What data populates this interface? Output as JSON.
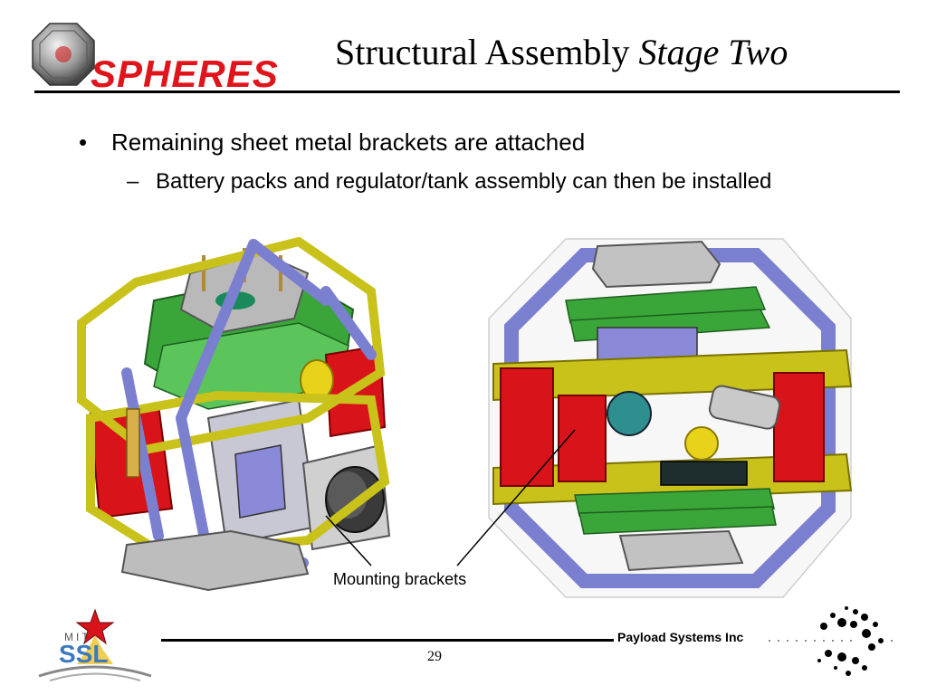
{
  "header": {
    "logo_text": "SPHERES",
    "title_main": "Structural Assembly ",
    "title_italic": "Stage Two"
  },
  "bullets": {
    "level1_marker": "•",
    "level1": "Remaining sheet metal brackets are attached",
    "level2_marker": "–",
    "level2": "Battery packs and regulator/tank assembly can then be installed"
  },
  "callout": "Mounting brackets",
  "footer": {
    "company": "Payload Systems Inc",
    "page_number": "29",
    "ssl_logo_text": "SSL",
    "mit_logo_text": "MIT"
  },
  "colors": {
    "logo_red": "#e0141b",
    "frame_yellow": "#c9c21b",
    "bracket_purple": "#7b7fd0",
    "panel_red": "#d8141a",
    "board_green": "#3aa63a"
  }
}
